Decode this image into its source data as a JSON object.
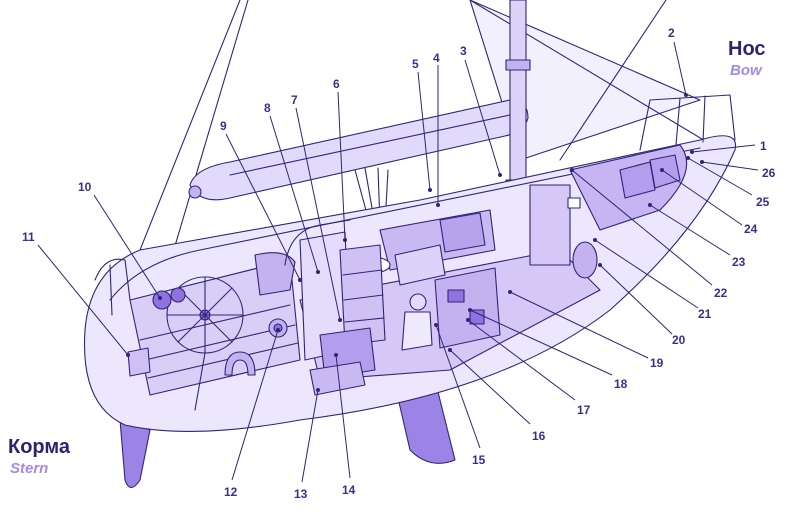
{
  "labels": {
    "bow_ru": "Нос",
    "bow_en": "Bow",
    "stern_ru": "Корма",
    "stern_en": "Stern"
  },
  "callouts": [
    "1",
    "2",
    "3",
    "4",
    "5",
    "6",
    "7",
    "8",
    "9",
    "10",
    "11",
    "12",
    "13",
    "14",
    "15",
    "16",
    "17",
    "18",
    "19",
    "20",
    "21",
    "22",
    "23",
    "24",
    "25",
    "26"
  ],
  "colors": {
    "hull_fill": "#e9e3fb",
    "deck_fill": "#d9cef6",
    "interior_fill": "#c4b2f0",
    "accent_fill": "#8f72e0",
    "line": "#2f2677",
    "sub_label": "#a38be8"
  }
}
